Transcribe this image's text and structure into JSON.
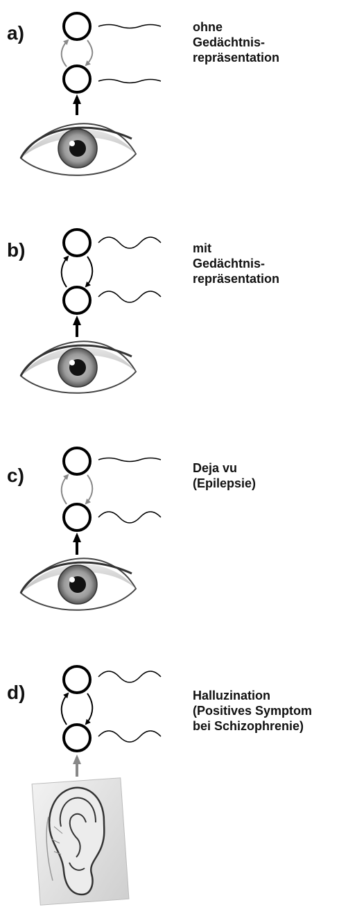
{
  "panels": [
    {
      "id": "a",
      "letter": "a)",
      "caption_lines": [
        "ohne",
        "Gedächtnis-",
        "repräsentation"
      ],
      "sensor_icon": "eye-icon",
      "loop_arrows_color": "#888888",
      "input_arrow_color": "#000000",
      "upper_wave_amplitude": "small",
      "lower_wave_amplitude": "small"
    },
    {
      "id": "b",
      "letter": "b)",
      "caption_lines": [
        "mit",
        "Gedächtnis-",
        "repräsentation"
      ],
      "sensor_icon": "eye-icon",
      "loop_arrows_color": "#000000",
      "input_arrow_color": "#000000",
      "upper_wave_amplitude": "large",
      "lower_wave_amplitude": "large"
    },
    {
      "id": "c",
      "letter": "c)",
      "caption_lines": [
        "Deja vu",
        "(Epilepsie)"
      ],
      "sensor_icon": "eye-icon",
      "loop_arrows_color": "#888888",
      "input_arrow_color": "#000000",
      "upper_wave_amplitude": "small",
      "lower_wave_amplitude": "large"
    },
    {
      "id": "d",
      "letter": "d)",
      "caption_lines": [
        "Halluzination",
        "(Positives Symptom",
        "bei Schizophrenie)"
      ],
      "sensor_icon": "ear-icon",
      "loop_arrows_color": "#000000",
      "input_arrow_color": "#888888",
      "upper_wave_amplitude": "large",
      "lower_wave_amplitude": "large"
    }
  ]
}
